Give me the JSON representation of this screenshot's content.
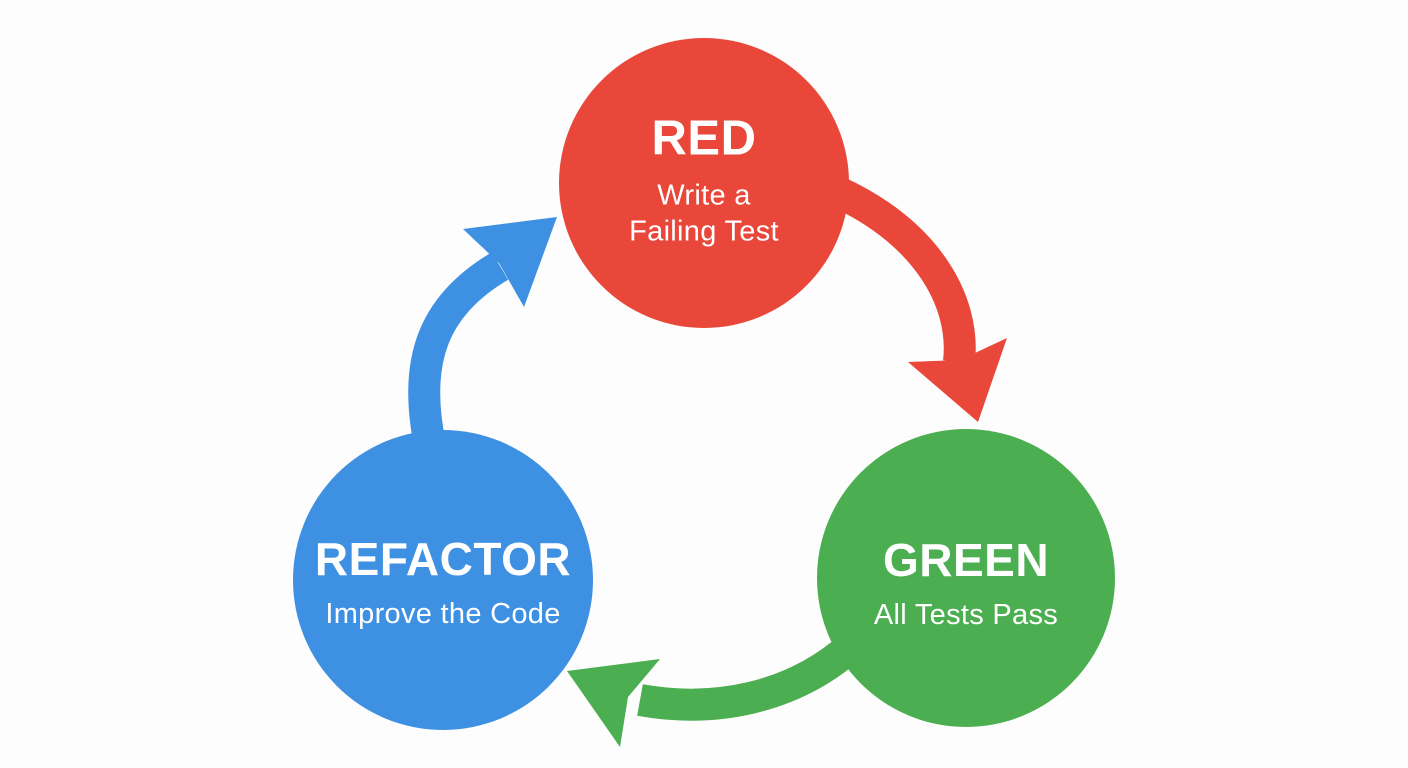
{
  "diagram": {
    "name": "tdd-cycle",
    "background_color": "#fdfdfd",
    "text_color": "#ffffff",
    "nodes": [
      {
        "id": "red",
        "label": "RED",
        "sublines": [
          "Write a",
          "Failing Test"
        ],
        "color": "#e8473a"
      },
      {
        "id": "green",
        "label": "GREEN",
        "sublines": [
          "All Tests Pass"
        ],
        "color": "#4bae50"
      },
      {
        "id": "refactor",
        "label": "REFACTOR",
        "sublines": [
          "Improve the Code"
        ],
        "color": "#3e90e2"
      }
    ],
    "arrows": [
      {
        "from": "red",
        "to": "green",
        "color": "#e8473a"
      },
      {
        "from": "green",
        "to": "refactor",
        "color": "#4bae50"
      },
      {
        "from": "refactor",
        "to": "red",
        "color": "#3e90e2"
      }
    ]
  }
}
